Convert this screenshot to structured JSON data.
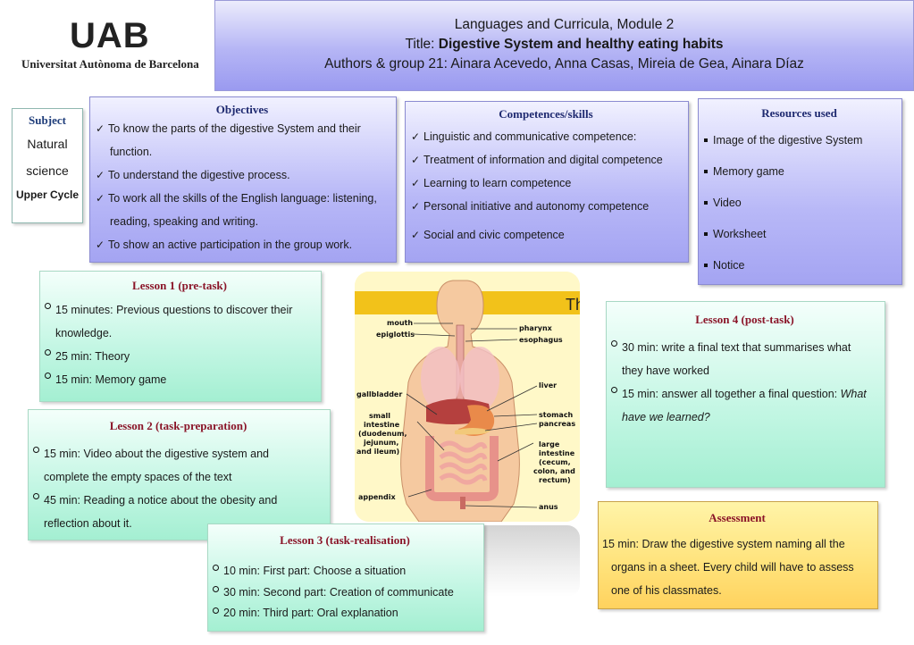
{
  "logo": {
    "mark": "UAB",
    "university": "Universitat Autònoma de Barcelona"
  },
  "header": {
    "line1": "Languages and Curricula, Module 2",
    "title_prefix": "Title: ",
    "title": "Digestive System and healthy eating habits",
    "authors": "Authors & group 21: Ainara Acevedo, Anna Casas, Mireia de Gea, Ainara Díaz"
  },
  "subject": {
    "title": "Subject",
    "line1": "Natural",
    "line2": "science",
    "cycle": "Upper Cycle"
  },
  "objectives": {
    "title": "Objectives",
    "items": [
      [
        "To know the parts of the digestive System and their",
        "function."
      ],
      [
        "To understand the digestive process."
      ],
      [
        "To work all the skills of the English language: listening,",
        "reading, speaking and writing."
      ],
      [
        "To show an active participation in the group work."
      ]
    ]
  },
  "competences": {
    "title": "Competences/skills",
    "items": [
      "Linguistic and communicative competence:",
      "Treatment of information and digital competence",
      "Learning to learn competence",
      "Personal initiative and autonomy competence",
      "Social and civic competence"
    ]
  },
  "resources": {
    "title": "Resources used",
    "items": [
      "Image of the digestive System",
      "Memory game",
      "Video",
      "Worksheet",
      "Notice"
    ]
  },
  "lesson1": {
    "title": "Lesson 1 (pre-task)",
    "items": [
      [
        "15 minutes: Previous questions to discover their",
        "knowledge."
      ],
      [
        "25 min: Theory"
      ],
      [
        "15 min: Memory game"
      ]
    ]
  },
  "lesson2": {
    "title": "Lesson 2 (task-preparation)",
    "items": [
      [
        "15 min: Video about the digestive system and",
        "complete the empty spaces of the text"
      ],
      [
        "45 min: Reading a notice about the obesity and",
        "reflection about it."
      ]
    ]
  },
  "lesson3": {
    "title": "Lesson 3 (task-realisation)",
    "items": [
      "10 min: First part: Choose a situation",
      "30 min: Second part: Creation of communicate",
      "20 min: Third part: Oral explanation"
    ]
  },
  "lesson4": {
    "title": "Lesson 4 (post-task)",
    "item1": [
      "30 min: write a final text that summarises what",
      "they have worked"
    ],
    "item2_prefix": "15 min: answer all together a final question: ",
    "item2_italic_a": "What",
    "item2_italic_b": "have we learned?"
  },
  "assessment": {
    "title": "Assessment",
    "lines": [
      "15 min: Draw the digestive system naming all the",
      "organs in a sheet. Every child will have to assess",
      "one of his classmates."
    ]
  },
  "diagram": {
    "header_letters": "Th",
    "labels_left": [
      "mouth",
      "epiglottis",
      "gallbladder",
      "small",
      "intestine",
      "(duodenum,",
      "jejunum,",
      "and ileum)",
      "appendix"
    ],
    "labels_right": [
      "pharynx",
      "esophagus",
      "liver",
      "stomach",
      "pancreas",
      "large",
      "intestine",
      "(cecum,",
      "colon, and",
      "rectum)",
      "anus"
    ],
    "colors": {
      "header": "#f2c21a",
      "skin": "#f5c9a0",
      "stomach": "#e98a4a",
      "liver": "#b5403e",
      "intestine": "#f0a8a0"
    }
  }
}
